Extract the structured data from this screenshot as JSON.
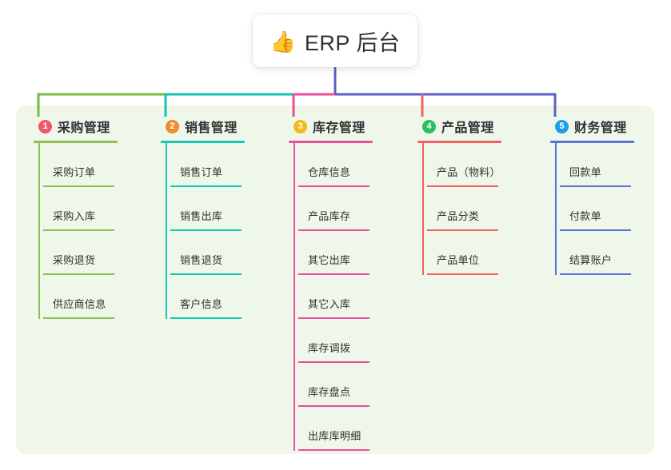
{
  "diagram": {
    "type": "mind-map",
    "title": "ERP 后台",
    "root": {
      "icon": "thumbs-up-icon",
      "icon_glyph": "👍",
      "label": "ERP 后台"
    },
    "panel_color": "#eef7e9",
    "background_color": "#ffffff",
    "root_connector_color": "#5b61c4",
    "branches": [
      {
        "number": "1",
        "label": "采购管理",
        "color": "#8cc152",
        "badge_color": "#f2566a",
        "connector_color": "#7ab943",
        "children": [
          "采购订单",
          "采购入库",
          "采购退货",
          "供应商信息"
        ]
      },
      {
        "number": "2",
        "label": "销售管理",
        "color": "#16c7b6",
        "badge_color": "#f08a2c",
        "connector_color": "#14c3b0",
        "children": [
          "销售订单",
          "销售出库",
          "销售退货",
          "客户信息"
        ]
      },
      {
        "number": "3",
        "label": "库存管理",
        "color": "#ec4e9c",
        "badge_color": "#f5b91a",
        "connector_color": "#ec4e9c",
        "children": [
          "仓库信息",
          "产品库存",
          "其它出库",
          "其它入库",
          "库存调拨",
          "库存盘点",
          "出库库明细"
        ]
      },
      {
        "number": "4",
        "label": "产品管理",
        "color": "#f2625f",
        "badge_color": "#2dbe60",
        "connector_color": "#f2625f",
        "children": [
          "产品（物料）",
          "产品分类",
          "产品单位"
        ]
      },
      {
        "number": "5",
        "label": "财务管理",
        "color": "#5b72d8",
        "badge_color": "#1e9fe8",
        "connector_color": "#5b61c4",
        "children": [
          "回款单",
          "付款单",
          "结算账户"
        ]
      }
    ]
  }
}
